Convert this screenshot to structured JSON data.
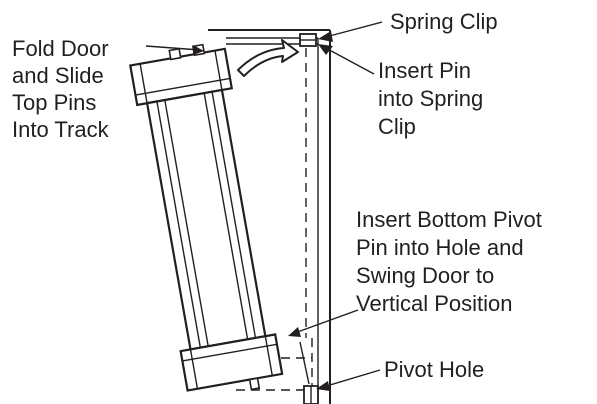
{
  "labels": {
    "fold_door": [
      "Fold Door",
      "and Slide",
      "Top Pins",
      "Into Track"
    ],
    "spring_clip": "Spring Clip",
    "insert_pin": [
      "Insert Pin",
      "into Spring",
      "Clip"
    ],
    "insert_bottom": [
      "Insert Bottom Pivot",
      "Pin into Hole and",
      "Swing Door to",
      "Vertical Position"
    ],
    "pivot_hole": "Pivot Hole"
  },
  "colors": {
    "ink": "#231f20",
    "background": "#ffffff"
  }
}
